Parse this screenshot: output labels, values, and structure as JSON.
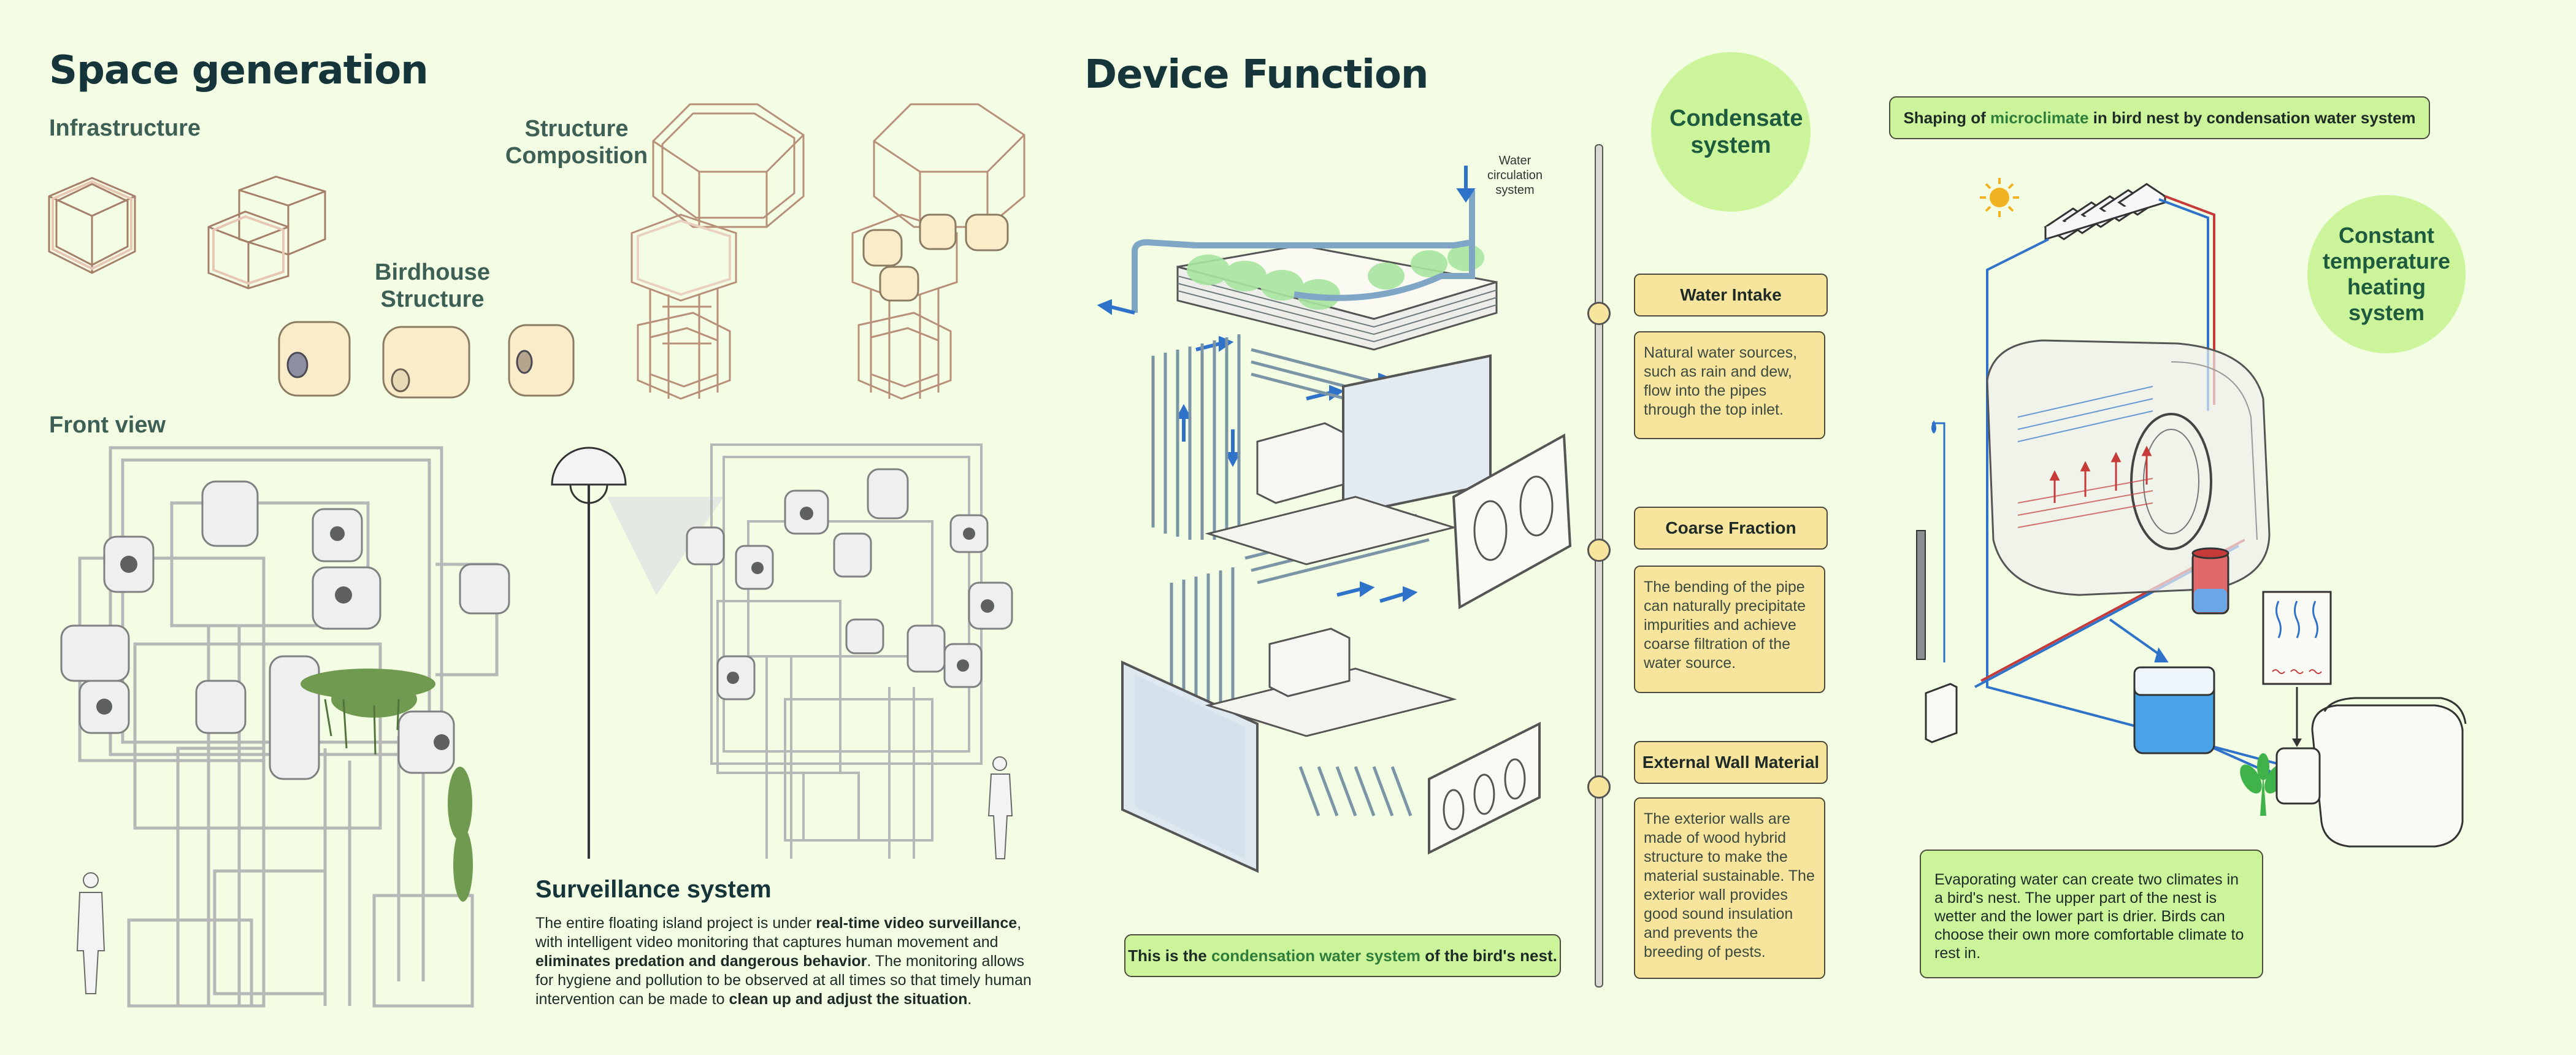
{
  "space": {
    "title": "Space generation",
    "infrastructure": "Infrastructure",
    "structure_composition": "Structure\nComposition",
    "birdhouse_structure": "Birdhouse\nStructure",
    "front_view": "Front view"
  },
  "surveillance": {
    "title": "Surveillance system",
    "p1": "The entire floating island project is under ",
    "b1": "real-time video surveillance",
    "p2": ", with intelligent video monitoring that captures human movement and ",
    "b2": "eliminates predation and dangerous behavior",
    "p3": ". The monitoring allows for hygiene and pollution to be observed at all times so that timely human intervention can be made to ",
    "b3": "clean up and adjust the situation",
    "p4": "."
  },
  "device": {
    "title": "Device Function",
    "condensate": "Condensate system",
    "water_circulation": "Water\ncirculation\nsystem",
    "bottom_pre": "This is the ",
    "bottom_accent": "condensation water system",
    "bottom_post": " of the bird's nest.",
    "steps": [
      {
        "label": "Water Intake",
        "text": "Natural water sources, such as rain and dew, flow into the pipes through the top inlet."
      },
      {
        "label": "Coarse Fraction",
        "text": "The bending of the pipe can naturally precipitate impurities and achieve coarse filtration of the water source."
      },
      {
        "label": "External Wall Material",
        "text": "The exterior walls are made of wood hybrid structure to make the material sustainable. The exterior wall provides good sound insulation and prevents the breeding of pests."
      }
    ]
  },
  "climate": {
    "header_pre": "Shaping of ",
    "header_accent": "microclimate",
    "header_post": " in bird nest by condensation water system",
    "heating": "Constant temperature heating system",
    "note": "Evaporating water can create two climates in a bird's nest. The upper part of the nest is wetter and the lower part is drier. Birds can choose their own more comfortable climate to rest in."
  },
  "colors": {
    "background": "#f2fde3",
    "accent_green": "#ccf59b",
    "step_yellow": "#f7e49d",
    "title_dark": "#16353a",
    "label_green": "#3e5f55",
    "timber": "#d9b49c",
    "pipe_blue": "#2f72c9",
    "heat_red": "#c63a3a"
  },
  "icons": [
    "sun-icon",
    "water-drop-icon",
    "plant-icon",
    "arrow-icon"
  ]
}
